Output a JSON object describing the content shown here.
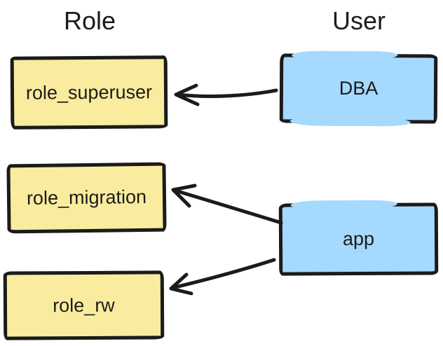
{
  "diagram": {
    "columns": {
      "left_title": "Role",
      "right_title": "User"
    },
    "role_boxes": [
      {
        "id": "role_superuser",
        "label": "role_superuser"
      },
      {
        "id": "role_migration",
        "label": "role_migration"
      },
      {
        "id": "role_rw",
        "label": "role_rw"
      }
    ],
    "user_boxes": [
      {
        "id": "DBA",
        "label": "DBA"
      },
      {
        "id": "app",
        "label": "app"
      }
    ],
    "edges": [
      {
        "from": "DBA",
        "to": "role_superuser"
      },
      {
        "from": "app",
        "to": "role_migration"
      },
      {
        "from": "app",
        "to": "role_rw"
      }
    ],
    "colors": {
      "role_fill": "#faec9e",
      "user_fill": "#a6d9fe",
      "stroke": "#1b1b1b",
      "canvas_bg": "#ffffff"
    }
  }
}
